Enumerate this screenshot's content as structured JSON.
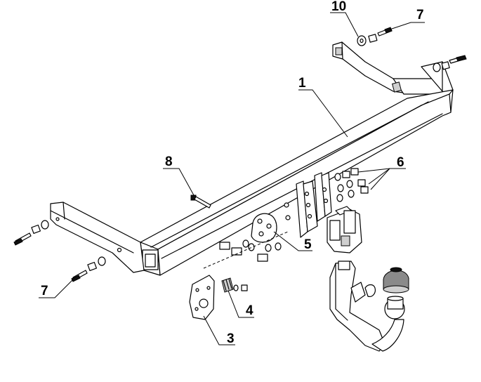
{
  "callouts": {
    "c1": "1",
    "c3": "3",
    "c4": "4",
    "c5": "5",
    "c6": "6",
    "c7_top": "7",
    "c7_left": "7",
    "c8": "8",
    "c10": "10"
  }
}
